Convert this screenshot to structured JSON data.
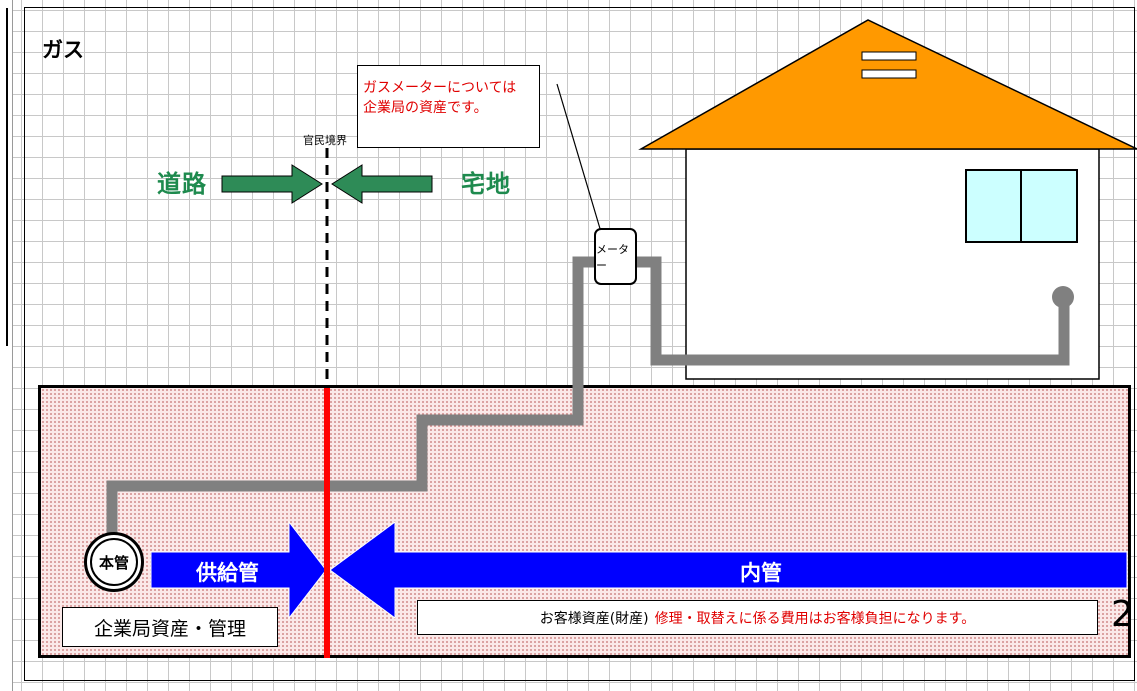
{
  "title": "ガス",
  "callout": {
    "line1": "ガスメーターについては",
    "line2": "企業局の資産です。"
  },
  "boundary_label": "官民境界",
  "road_label": "道路",
  "residential_label": "宅地",
  "meter_label": "メーター",
  "main_pipe_label": "本管",
  "supply_pipe_label": "供給管",
  "inner_pipe_label": "内管",
  "bureau_label": "企業局資産・管理",
  "customer": {
    "asset_label": "お客様資産(財産)",
    "note": "修理・取替えに係る費用はお客様負担になります。"
  },
  "page_number": "2",
  "colors": {
    "road_arrow": "#2e8b57",
    "roof": "#ff9900",
    "window": "#ccffff",
    "pipe": "#808080",
    "flow_arrow": "#0000ff",
    "boundary_line": "#ff0000",
    "note_text": "#e00000"
  }
}
